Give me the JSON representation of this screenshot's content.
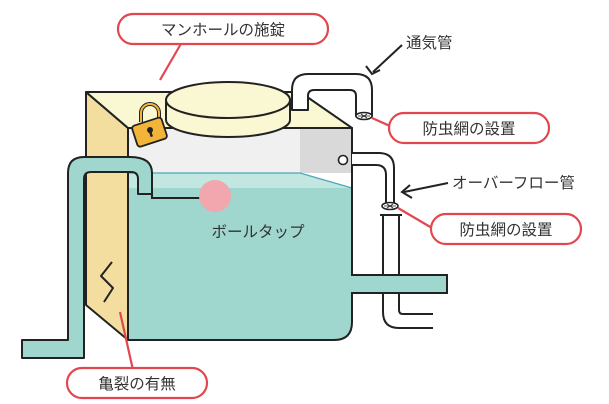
{
  "labels": {
    "manhole_lock": "マンホールの施錠",
    "vent_pipe": "通気管",
    "insect_screen_1": "防虫網の設置",
    "overflow_pipe": "オーバーフロー管",
    "insect_screen_2": "防虫網の設置",
    "ball_tap": "ボールタップ",
    "crack_check": "亀裂の有無"
  },
  "colors": {
    "callout_border": "#e2474f",
    "water": "#9fd6cd",
    "water_top": "#c2e7e1",
    "tank_side": "#f3dea0",
    "tank_top": "#faf7d3",
    "tank_inner": "#f0f0f0",
    "ball": "#f2a7ae",
    "lock": "#f3b43a",
    "outline": "#222222"
  },
  "icons": {
    "lock": "padlock-icon",
    "crack": "crack-zigzag-icon"
  }
}
